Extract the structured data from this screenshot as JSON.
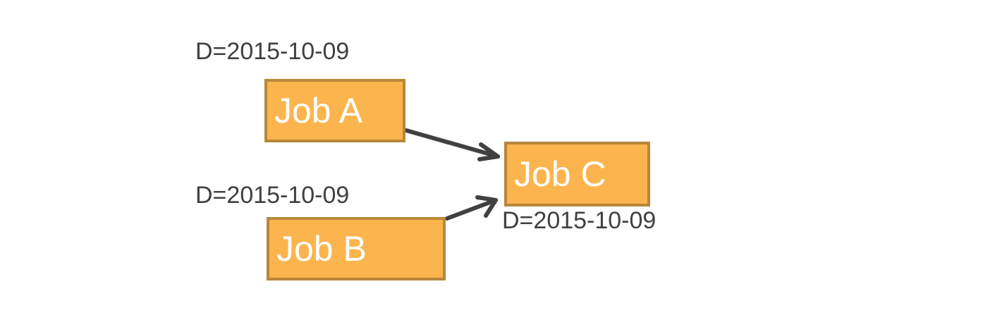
{
  "jobs": [
    {
      "id": "a",
      "label": "Job A",
      "date": "D=2015-10-09"
    },
    {
      "id": "b",
      "label": "Job B",
      "date": "D=2015-10-09"
    },
    {
      "id": "c",
      "label": "Job C",
      "date": "D=2015-10-09"
    }
  ],
  "edges": [
    {
      "from": "Job A",
      "to": "Job C"
    },
    {
      "from": "Job B",
      "to": "Job C"
    }
  ],
  "colors": {
    "box_fill": "#fcb54e",
    "box_border": "#b8873a",
    "box_text": "#ffffff",
    "label_text": "#404040",
    "arrow": "#404040"
  }
}
